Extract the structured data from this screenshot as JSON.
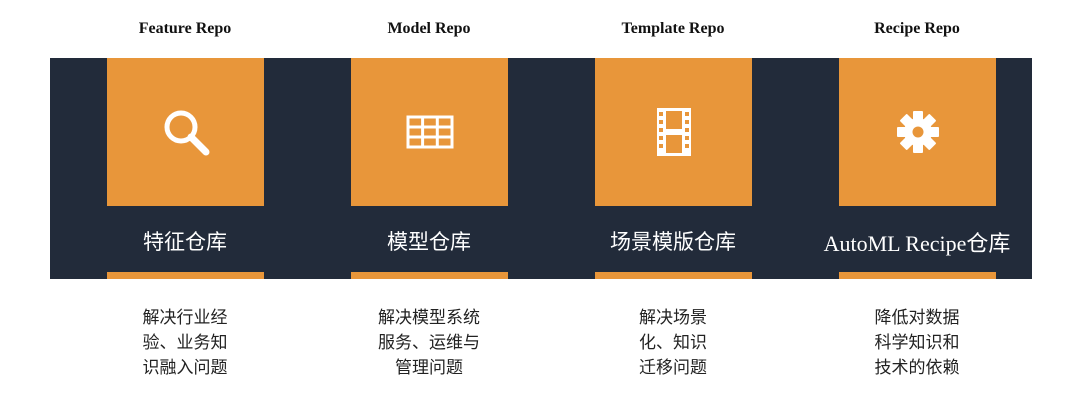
{
  "repos": [
    {
      "title": "Feature Repo",
      "icon": "search-icon",
      "label": "特征仓库",
      "description": [
        "解决行业经",
        "验、业务知",
        "识融入问题"
      ]
    },
    {
      "title": "Model Repo",
      "icon": "table-grid-icon",
      "label": "模型仓库",
      "description": [
        "解决模型系统",
        "服务、运维与",
        "管理问题"
      ]
    },
    {
      "title": "Template Repo",
      "icon": "film-strip-icon",
      "label": "场景模版仓库",
      "description": [
        "解决场景",
        "化、知识",
        "迁移问题"
      ]
    },
    {
      "title": "Recipe Repo",
      "icon": "gear-icon",
      "label": "AutoML Recipe仓库",
      "description": [
        "降低对数据",
        "科学知识和",
        "技术的依赖"
      ]
    }
  ],
  "colors": {
    "band": "#222b3a",
    "accent": "#e8963a",
    "label_text": "#ffffff",
    "title_text": "#111111",
    "description_text": "#222222"
  }
}
